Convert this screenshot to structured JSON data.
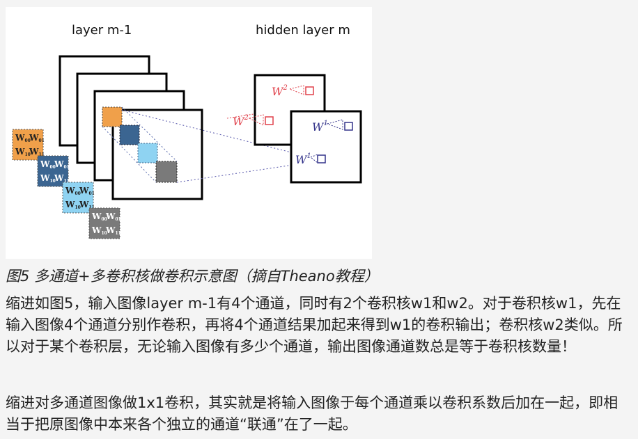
{
  "figure": {
    "label_left": "layer m-1",
    "label_right": "hidden layer m",
    "w_big": "W",
    "kernel_sup_2": "2",
    "kernel_sup_1": "1",
    "kernel_tile_base": "W",
    "kernel_sub_00": "00",
    "kernel_sub_01": "01",
    "kernel_sub_10": "10",
    "kernel_sub_11": "11",
    "colors": {
      "orange": "#f0a04a",
      "dark_blue": "#3b6591",
      "light_blue": "#8fd3f2",
      "gray": "#7a7a7a",
      "red": "#e0404a",
      "navy": "#33338a"
    }
  },
  "caption": "图5 多通道+多卷积核做卷积示意图（摘自Theano教程）",
  "paragraphs": [
    "缩进如图5，输入图像layer m-1有4个通道，同时有2个卷积核w1和w2。对于卷积核w1，先在输入图像4个通道分别作卷积，再将4个通道结果加起来得到w1的卷积输出；卷积核w2类似。所以对于某个卷积层，无论输入图像有多少个通道，输出图像通道数总是等于卷积核数量！",
    "缩进对多通道图像做1x1卷积，其实就是将输入图像于每个通道乘以卷积系数后加在一起，即相当于把原图像中本来各个独立的通道“联通”在了一起。"
  ]
}
